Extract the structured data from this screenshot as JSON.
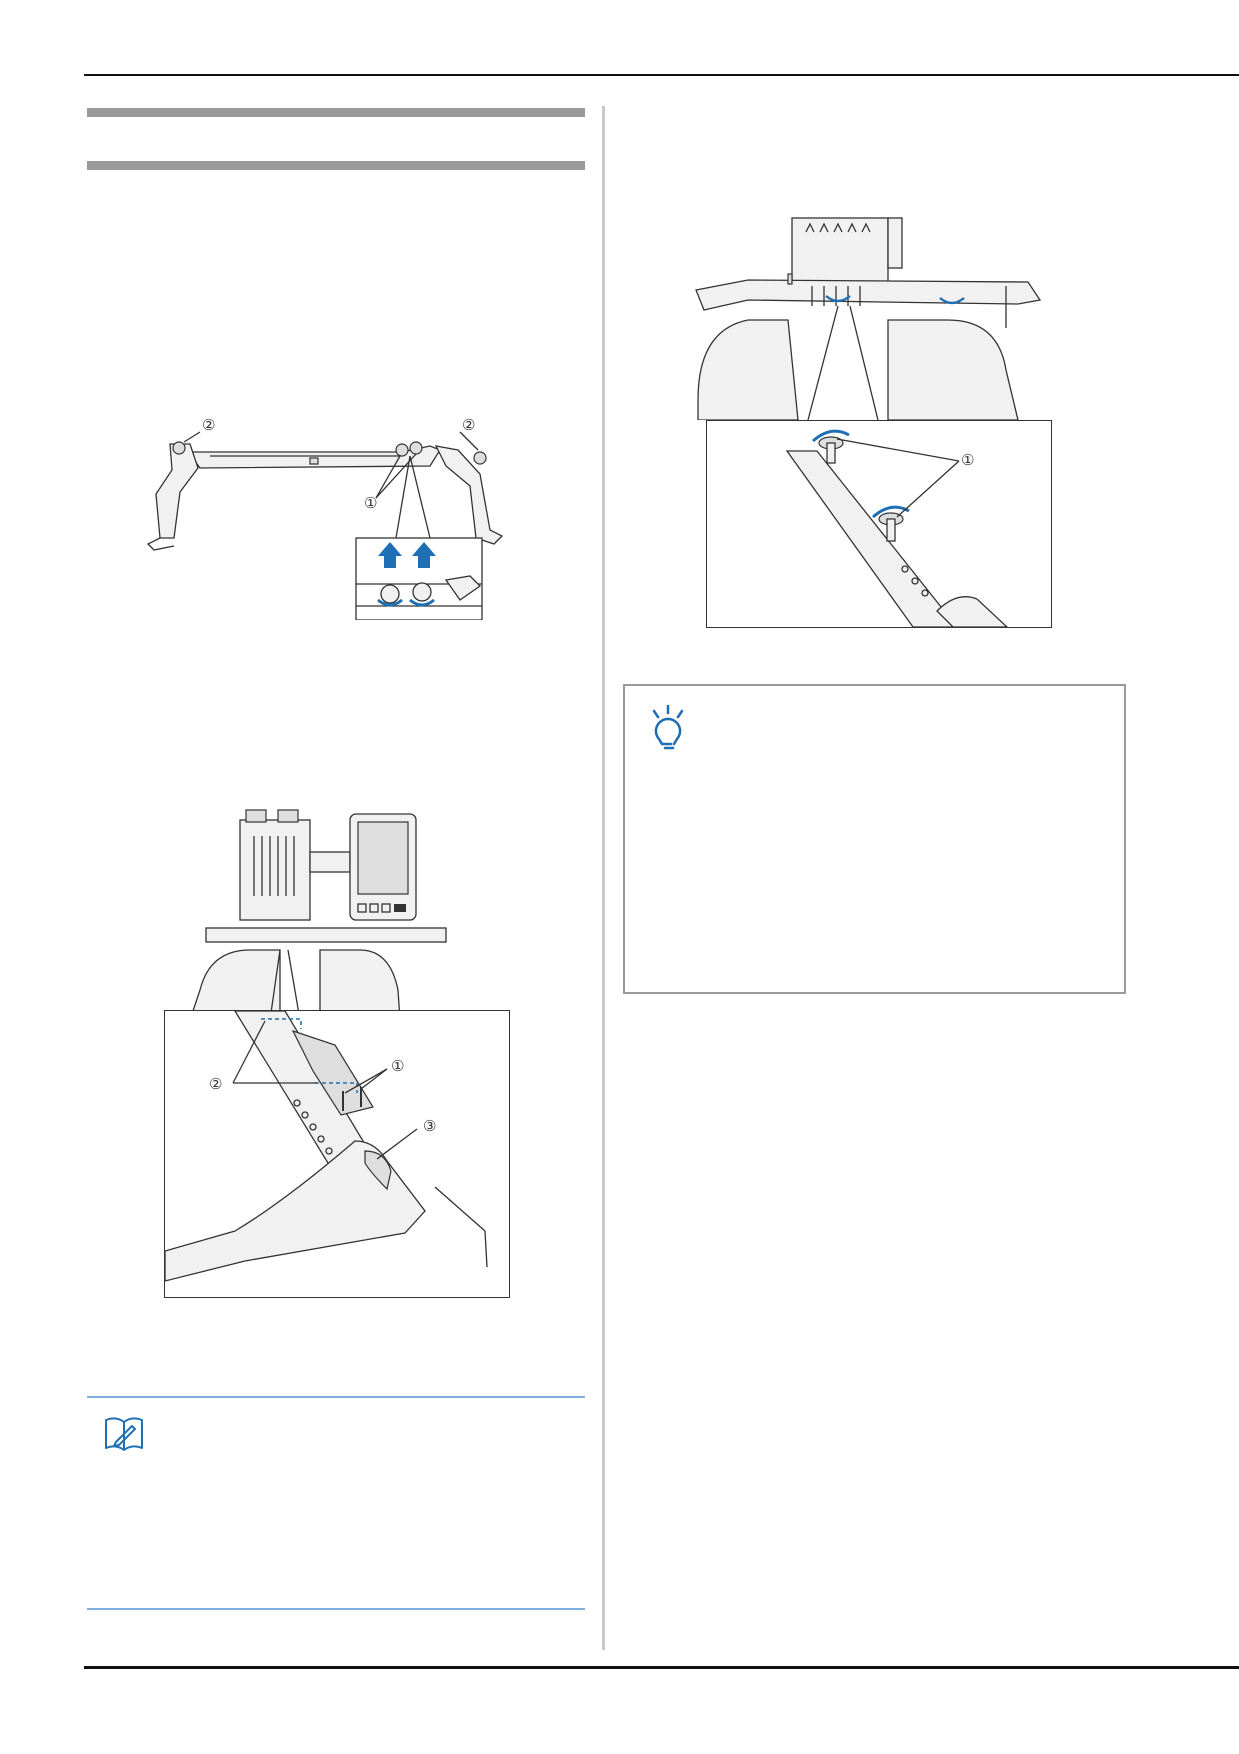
{
  "figure1": {
    "callouts": [
      "②",
      "②",
      "①"
    ]
  },
  "figure2": {
    "callouts": [
      "①",
      "②",
      "③"
    ]
  },
  "figure3": {
    "callouts": [
      "①"
    ]
  },
  "icons": {
    "note": "lightbulb-icon",
    "memo": "memo-pencil-icon"
  },
  "colors": {
    "accent_blue": "#1f6fb4",
    "memo_rule": "#7fb0e0",
    "section_bar": "#9a9a9a"
  }
}
